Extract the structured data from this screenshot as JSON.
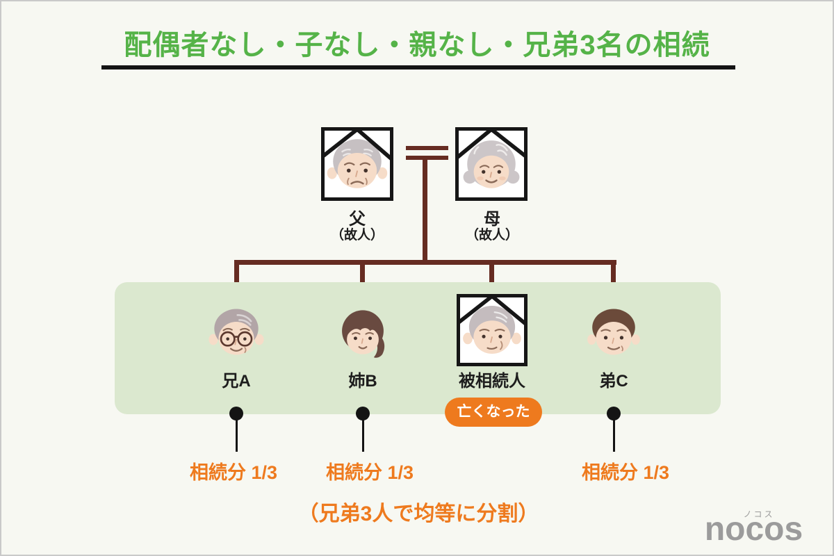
{
  "title": "配偶者なし・子なし・親なし・兄弟3名の相続",
  "colors": {
    "title_green": "#55b348",
    "accent_orange": "#ee7a1e",
    "tree_line_brown": "#662c22",
    "panel_green": "#dbe8cf",
    "background": "#f7f8f2",
    "frame_black": "#161616",
    "logo_gray": "#9b9b9b"
  },
  "parents": [
    {
      "name": "父",
      "status": "（故人）"
    },
    {
      "name": "母",
      "status": "（故人）"
    }
  ],
  "siblings": [
    {
      "name": "兄A",
      "share": "相続分 1/3"
    },
    {
      "name": "姉B",
      "share": "相続分 1/3"
    },
    {
      "name": "被相続人",
      "badge": "亡くなった"
    },
    {
      "name": "弟C",
      "share": "相続分 1/3"
    }
  ],
  "note": "（兄弟3人で均等に分割）",
  "logo": {
    "furigana": "ノコス",
    "text": "nocos"
  }
}
